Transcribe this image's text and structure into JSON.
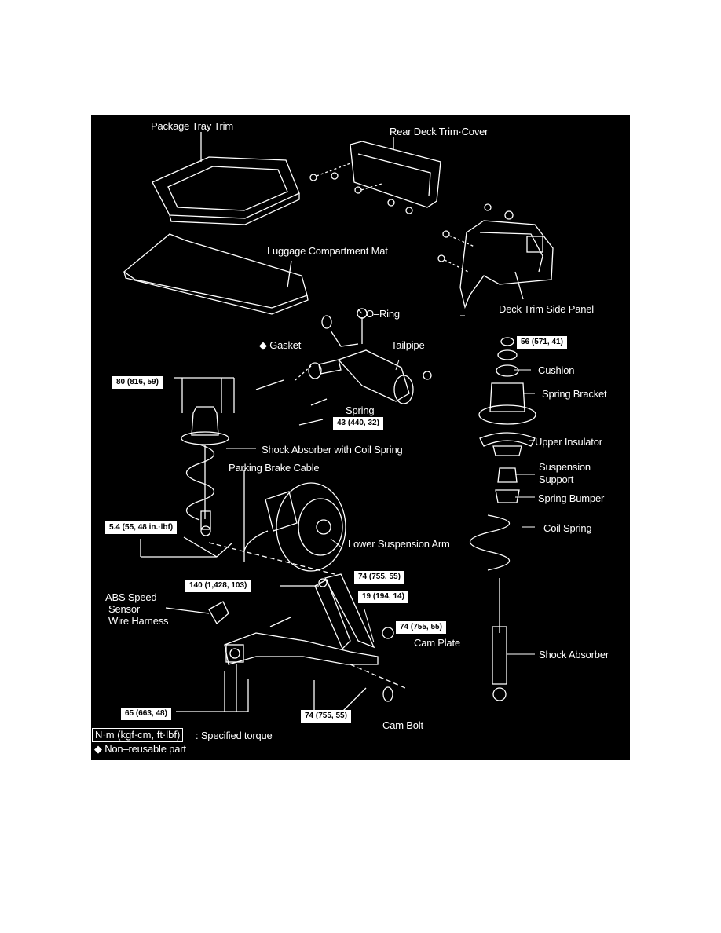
{
  "labels": {
    "package_tray_trim": "Package Tray Trim",
    "rear_deck_trim_cover": "Rear Deck Trim·Cover",
    "luggage_compartment_mat": "Luggage Compartment Mat",
    "deck_trim_side_panel": "Deck Trim Side Panel",
    "o_ring": "O–Ring",
    "gasket": "◆ Gasket",
    "tailpipe": "Tailpipe",
    "cushion": "Cushion",
    "spring_bracket": "Spring Bracket",
    "spring": "Spring",
    "upper_insulator": "Upper Insulator",
    "shock_absorber_with_coil_spring": "Shock Absorber with Coil Spring",
    "suspension_support_1": "Suspension",
    "suspension_support_2": "Support",
    "parking_brake_cable": "Parking Brake Cable",
    "spring_bumper": "Spring Bumper",
    "coil_spring": "Coil Spring",
    "lower_suspension_arm": "Lower Suspension Arm",
    "abs_1": "ABS Speed",
    "abs_2": "Sensor",
    "abs_3": "Wire Harness",
    "cam_plate": "Cam Plate",
    "shock_absorber": "Shock Absorber",
    "cam_bolt": "Cam Bolt"
  },
  "torques": {
    "t80": "80 (816, 59)",
    "t43": "43 (440, 32)",
    "t56": "56 (571, 41)",
    "t54": "5.4 (55, 48 in.·lbf)",
    "t74_top": "74 (755, 55)",
    "t140": "140 (1,428, 103)",
    "t19": "19 (194, 14)",
    "t74_cam": "74 (755, 55)",
    "t65": "65 (663, 48)",
    "t74_bottom": "74 (755, 55)"
  },
  "legend": {
    "unit_box": "N·m (kgf·cm, ft·lbf)",
    "specified_torque": ": Specified torque",
    "non_reusable": "◆ Non–reusable part"
  }
}
